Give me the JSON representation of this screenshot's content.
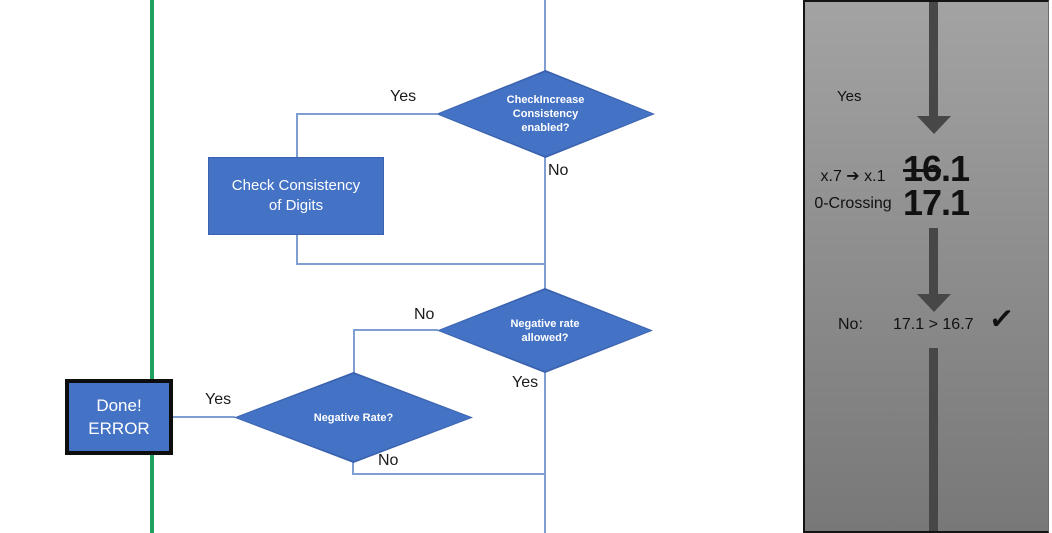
{
  "flowchart": {
    "decision_consistency": {
      "line1": "CheckIncrease",
      "line2": "Consistency",
      "line3": "enabled?"
    },
    "process_check": {
      "line1": "Check Consistency",
      "line2": "of Digits"
    },
    "decision_neg_allowed": {
      "line1": "Negative rate",
      "line2": "allowed?"
    },
    "decision_neg_rate": {
      "line1": "Negative Rate?"
    },
    "done_box": {
      "line1": "Done!",
      "line2": "ERROR"
    },
    "labels": {
      "d1_yes": "Yes",
      "d1_no": "No",
      "d2_no": "No",
      "d2_yes": "Yes",
      "d3_yes": "Yes",
      "d3_no": "No"
    }
  },
  "panel": {
    "yes_label": "Yes",
    "note_line1": "x.7 ➔ x.1",
    "note_line2": "0-Crossing",
    "old_value_struck": "16",
    "old_value_rest": ".1",
    "new_value": "17.1",
    "result_no_label": "No:",
    "result_comparison": "17.1 > 16.7",
    "checkmark": "✓"
  },
  "colors": {
    "shape_blue": "#4472C4",
    "shape_border_blue": "#3a62ae",
    "connector_blue": "#7f9ed1",
    "green_line": "#1fa05c",
    "panel_gray_top": "#a3a3a3",
    "panel_gray_bottom": "#787878",
    "arrow_gray": "#474747",
    "panel_border_black": "#141414"
  }
}
